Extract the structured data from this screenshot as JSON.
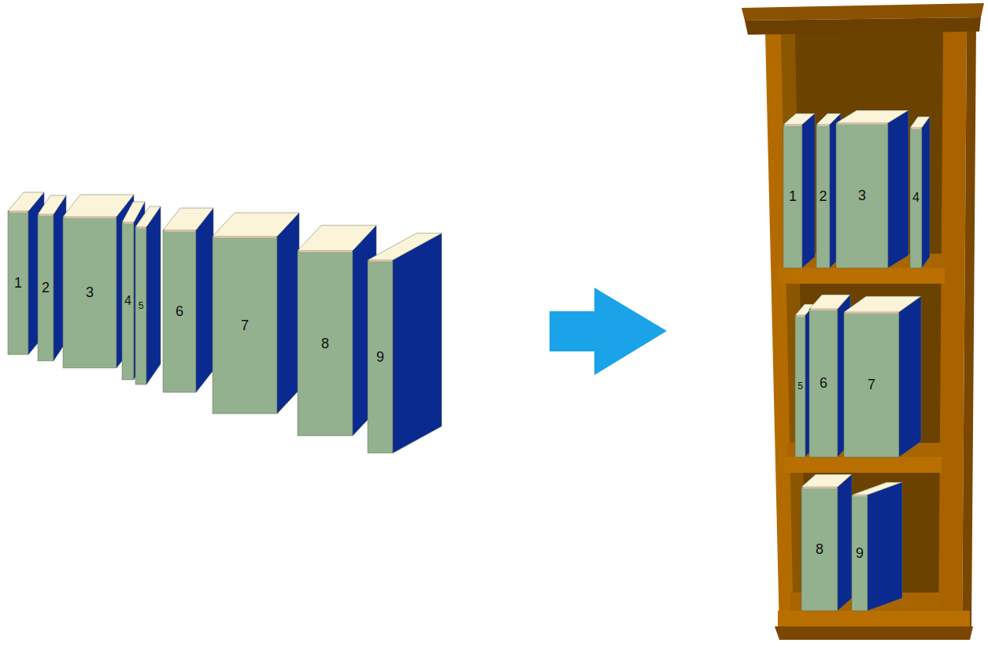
{
  "diagram": {
    "nodes": [
      {
        "text": [
          "1"
        ]
      },
      {
        "text": [
          "2"
        ]
      },
      {
        "text": [
          "3"
        ]
      },
      {
        "text": [
          "4"
        ]
      },
      {
        "text": [
          "5"
        ]
      },
      {
        "text": [
          "6"
        ]
      },
      {
        "text": [
          "7"
        ]
      },
      {
        "text": [
          "8"
        ]
      },
      {
        "text": [
          "9"
        ]
      },
      {
        "text": [
          "1"
        ]
      },
      {
        "text": [
          "2"
        ]
      },
      {
        "text": [
          "3"
        ]
      },
      {
        "text": [
          "4"
        ]
      },
      {
        "text": [
          "5"
        ]
      },
      {
        "text": [
          "6"
        ]
      },
      {
        "text": [
          "7"
        ]
      },
      {
        "text": [
          "8"
        ]
      },
      {
        "text": [
          "9"
        ]
      }
    ]
  }
}
